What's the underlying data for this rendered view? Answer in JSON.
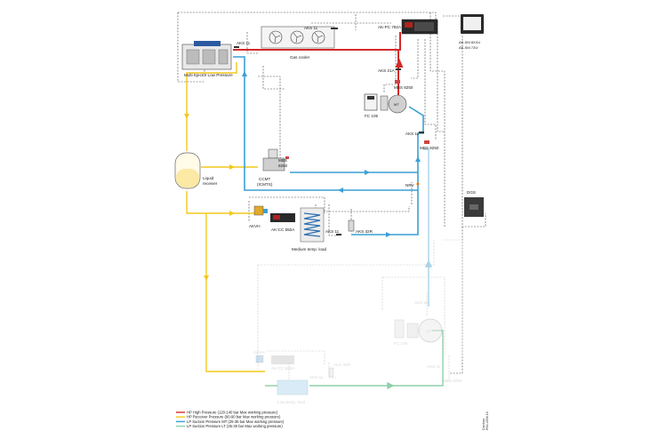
{
  "colors": {
    "hp": "#d42a2a",
    "receiver": "#f2c81c",
    "mt_suction": "#3a9fd6",
    "lt_suction": "#8fd0a9",
    "faded": "#c8c8c8",
    "control": "#444444"
  },
  "labels": {
    "aks11_top": "AKS 11",
    "ak_pc": "AK-PC 782A",
    "aks11_ejector": "AKS 11",
    "gas_cooler": "Gas cooler",
    "ejector": "Multi Ejector Low Pressure",
    "ak_sm": "AK-SM 8XXU",
    "ak_sm2": "AK-SM 720/",
    "aks21a": "AKS 21A",
    "mbs_top": "MBS 8250",
    "fc105": "FC 105",
    "mt": "MT",
    "aks11_mt": "AKS 11",
    "mbs_mt": "MBS 8250",
    "liquid_receiver_1": "Liquid",
    "liquid_receiver_2": "receiver",
    "mbs_ccmt": "MBS",
    "mbs_ccmt2": "8250",
    "ccmt_1": "CCMT",
    "ccmt_2": "(ICMTS)",
    "nrv": "NRV",
    "dgs": "DGS",
    "akvh": "AKVH",
    "ak_cc": "AK-CC 550A",
    "aks11_mid": "AKS 11",
    "aks32r": "AKS 32R",
    "medium_load": "Medium temp. load",
    "aks11_lt": "AKS 11",
    "fc105_lt": "FC 105",
    "lt": "LT",
    "akvh_lt": "AKVH",
    "ak_cc_lt": "AK-CC 550A",
    "aks32r_lt": "AKS 32R",
    "aks11_lt2": "AKS 11",
    "aks11_lt3": "AKS 11",
    "mbs_lt": "MBS 8250",
    "low_load": "Low temp. load",
    "side_code_1": "Danfoss",
    "side_code_2": "R64-2036.10"
  },
  "legend": [
    {
      "text": "HP High Pressure (120-140 bar Max working pressure)",
      "color": "#d42a2a"
    },
    {
      "text": "HP Receiver Pressure (60-90 bar Max working pressure)",
      "color": "#f2c81c"
    },
    {
      "text": "LP Suction Pressure MT (25-35 bar Max working pressure)",
      "color": "#3a9fd6"
    },
    {
      "text": "LP Suction Pressure LT (25-30 bar Max working pressure)",
      "color": "#8fd0a9"
    }
  ]
}
